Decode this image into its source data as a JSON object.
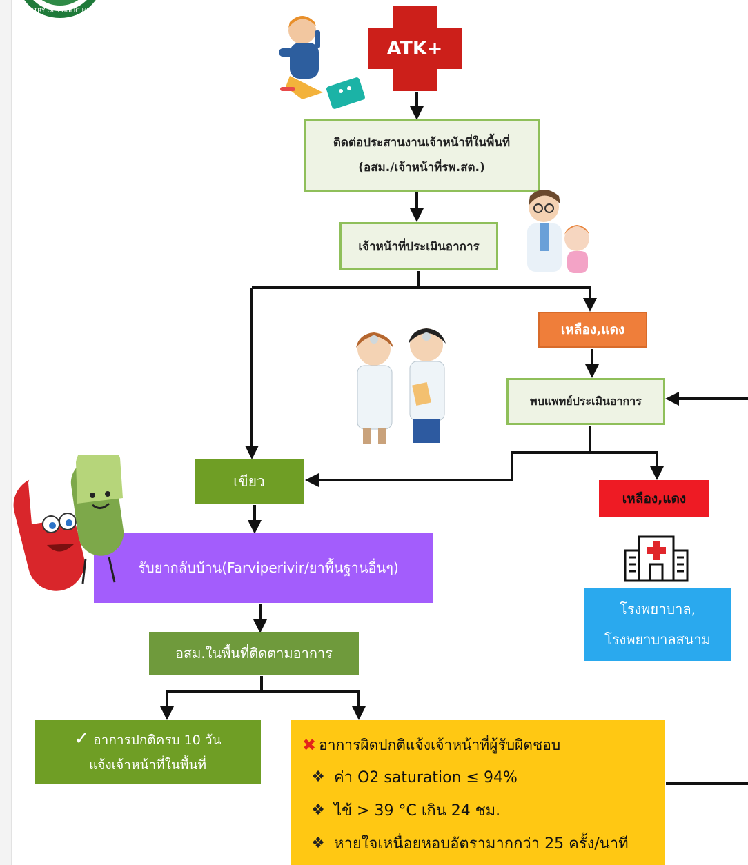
{
  "logo": {
    "text": "STRY OF PUBLIC HE"
  },
  "atk": {
    "label": "ATK+"
  },
  "step1": {
    "line1": "ติดต่อประสานงานเจ้าหน้าที่ในพื้นที่",
    "line2": "(อสม./เจ้าหน้าที่รพ.สต.)"
  },
  "step2": {
    "label": "เจ้าหน้าที่ประเมินอาการ"
  },
  "yellow_red_1": {
    "label": "เหลือง,แดง"
  },
  "doctor": {
    "label": "พบแพทย์ประเมินอาการ"
  },
  "green_box": {
    "label": "เขียว"
  },
  "yellow_red_2": {
    "label": "เหลือง,แดง"
  },
  "medicine": {
    "label": "รับยากลับบ้าน(Farviperivir/ยาพื้นฐานอื่นๆ)"
  },
  "hospital": {
    "line1": "โรงพยาบาล,",
    "line2": "โรงพยาบาลสนาม"
  },
  "followup": {
    "label": "อสม.ในพื้นที่ติดตามอาการ"
  },
  "normal": {
    "check": "✓",
    "line1": "อาการปกติครบ 10 วัน",
    "line2": "แจ้งเจ้าหน้าที่ในพื้นที่"
  },
  "abnormal": {
    "cross": "✖",
    "title": "อาการผิดปกติแจ้งเจ้าหน้าที่ผู้รับผิดชอบ",
    "bullet": "❖",
    "items": [
      "ค่า O2 saturation ≤ 94%",
      "ไข้ > 39 °C เกิน 24 ชม.",
      "หายใจเหนื่อยหอบอัตรามากกว่า 25 ครั้ง/นาที"
    ]
  },
  "colors": {
    "cross_red": "#cc1f1a",
    "orange": "#ef7e3a",
    "green": "#6f9e25",
    "purple": "#a35dfc",
    "olive": "#6f9a3c",
    "red": "#ee1b24",
    "blue": "#2aa9ee",
    "yellow": "#ffc813",
    "pale_fill": "#eef3e4",
    "pale_border": "#8fbf5a"
  },
  "icons": [
    "logo-seal-icon",
    "red-cross-icon",
    "child-phone-icon",
    "doctor-child-icon",
    "two-doctors-icon",
    "pill-characters-icon",
    "hospital-building-icon"
  ]
}
